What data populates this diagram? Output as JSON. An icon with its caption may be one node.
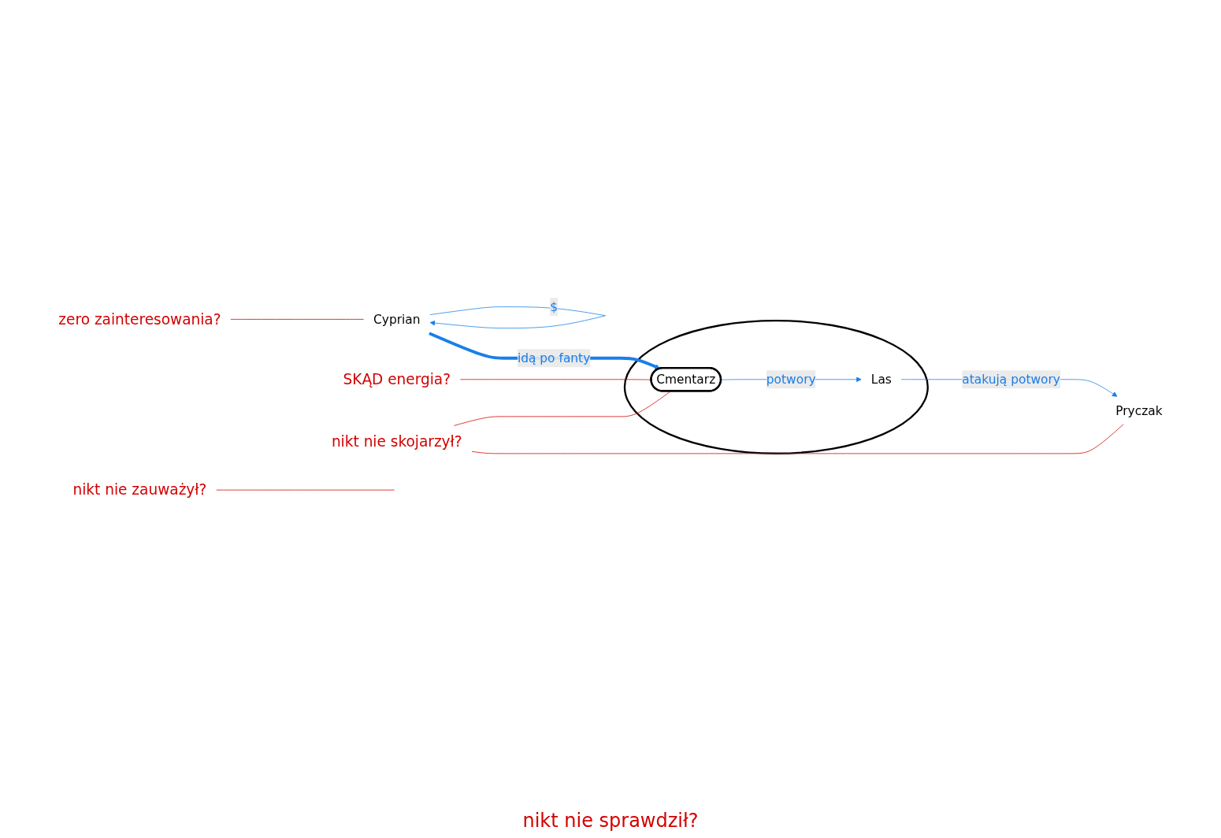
{
  "diagram": {
    "nodes": [
      {
        "text": [
          "Cyprian"
        ]
      },
      {
        "text": [
          "zero zainteresowania?"
        ]
      },
      {
        "text": [
          "nikt nie zauważył?"
        ]
      },
      {
        "text": [
          "SKĄD energia?"
        ]
      },
      {
        "text": [],
        "shape": "circle"
      },
      {
        "text": [
          "Cmentarz"
        ],
        "in": 4
      },
      {
        "text": [
          "Las"
        ],
        "in": 4
      },
      {
        "text": [
          "nikt nie skojarzył?"
        ]
      },
      {
        "text": [
          "Pryczak"
        ]
      }
    ],
    "edges": [
      {
        "from": 0,
        "to": 0,
        "arrow": "to",
        "label": "$",
        "color": "#1a7fe8"
      },
      {
        "from": 0,
        "to": 5,
        "arrow": "to",
        "label": "idą po fanty",
        "style": "thick",
        "color": "#1a7fe8"
      },
      {
        "from": 5,
        "to": 6,
        "arrow": "to",
        "label": "potwory",
        "color": "#1a7fe8"
      },
      {
        "from": 6,
        "to": 8,
        "arrow": "to",
        "label": "atakują potwory",
        "color": "#1a7fe8"
      },
      {
        "from": 1,
        "to": 0,
        "arrow": "none",
        "color": "#d40000"
      },
      {
        "from": 2,
        "to": null,
        "arrow": "none",
        "color": "#d40000"
      },
      {
        "from": 3,
        "to": 5,
        "arrow": "none",
        "color": "#d40000"
      },
      {
        "from": 7,
        "to": 5,
        "arrow": "none",
        "color": "#d40000"
      },
      {
        "from": 7,
        "to": 8,
        "arrow": "none",
        "color": "#d40000"
      }
    ],
    "labels": [
      "nikt nie sprawdził?"
    ]
  }
}
